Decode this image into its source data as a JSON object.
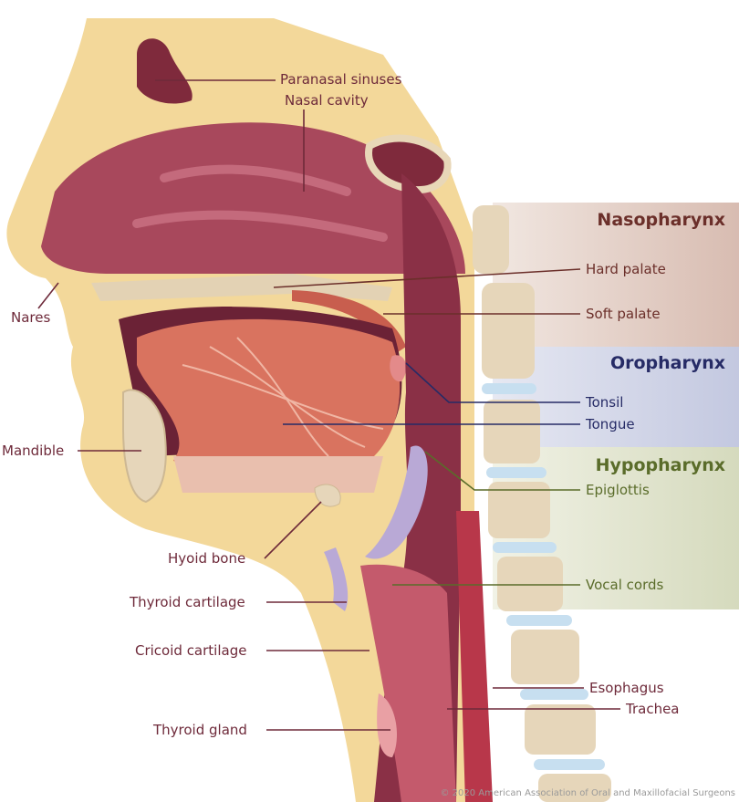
{
  "regions": {
    "nasopharynx": {
      "label": "Nasopharynx",
      "color": "#6b2f2a"
    },
    "oropharynx": {
      "label": "Oropharynx",
      "color": "#262b66"
    },
    "hypopharynx": {
      "label": "Hypopharynx",
      "color": "#5a6c2a"
    }
  },
  "labels": {
    "paranasal_sinuses": "Paranasal sinuses",
    "nasal_cavity": "Nasal cavity",
    "hard_palate": "Hard palate",
    "soft_palate": "Soft palate",
    "tonsil": "Tonsil",
    "tongue": "Tongue",
    "epiglottis": "Epiglottis",
    "vocal_cords": "Vocal cords",
    "esophagus": "Esophagus",
    "trachea": "Trachea",
    "nares": "Nares",
    "mandible": "Mandible",
    "hyoid_bone": "Hyoid bone",
    "thyroid_cartilage": "Thyroid cartilage",
    "cricoid_cartilage": "Cricoid cartilage",
    "thyroid_gland": "Thyroid gland"
  },
  "copyright": "© 2020 American Association of Oral and Maxillofacial Surgeons"
}
